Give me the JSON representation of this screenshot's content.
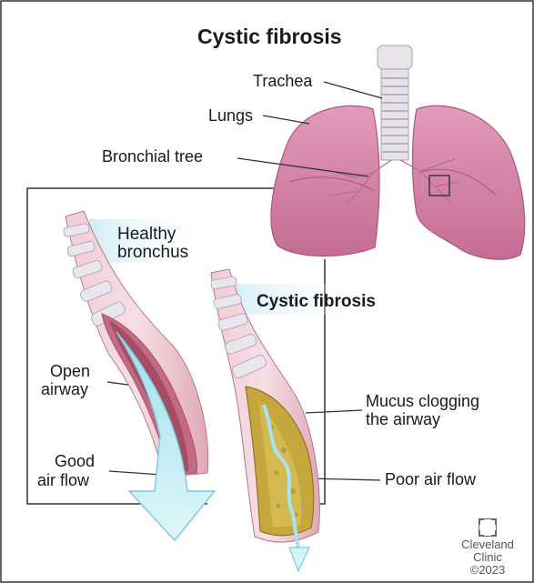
{
  "title": "Cystic fibrosis",
  "labels": {
    "trachea": "Trachea",
    "lungs": "Lungs",
    "bronchial_tree": "Bronchial tree",
    "healthy_bronchus_line1": "Healthy",
    "healthy_bronchus_line2": "bronchus",
    "cystic_fibrosis": "Cystic fibrosis",
    "open_airway_line1": "Open",
    "open_airway_line2": "airway",
    "good_air_flow_line1": "Good",
    "good_air_flow_line2": "air flow",
    "mucus_line1": "Mucus clogging",
    "mucus_line2": "the airway",
    "poor_air_flow": "Poor air flow"
  },
  "logo": {
    "name_line1": "Cleveland",
    "name_line2": "Clinic",
    "copyright": "©2023"
  },
  "colors": {
    "lung": "#d67fa6",
    "lung_dark": "#b9638c",
    "trachea": "#e8e3ea",
    "bronchus_ring": "#eec7cf",
    "bronchus_band": "#c9889a",
    "mucus": "#c6a73e",
    "air_flow": "#bfeaf2",
    "highlight_band": "#d6eef8"
  }
}
